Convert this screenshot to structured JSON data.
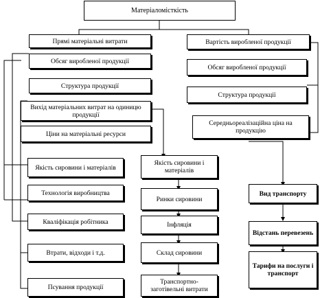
{
  "diagram": {
    "root": "Матеріаломісткість",
    "left_main": "Прямі матеріальні витрати",
    "left_factors": [
      "Обсяг виробленої продукції",
      "Структура продукції",
      "Вихід матеріальних витрат на одиницю продукції",
      "Ціни на матеріальні ресурси",
      "Якість сировини і матеріалів",
      "Технологія виробництва",
      "Кваліфікація робітника",
      "Втрати, відходи і т.д.",
      "Псування продукції"
    ],
    "middle_factors": [
      "Якість сировини і матеріалів",
      "Ринки сировини",
      "Інфляція",
      "Склад сировини",
      "Транспортно-заготівельні витрати"
    ],
    "right_main": "Вартість виробленої продукції",
    "right_factors": [
      "Обсяг виробленої продукції",
      "Структура продукції",
      "Середньореалізаційна ціна на продукцію"
    ],
    "transport_factors": [
      "Вид транспорту",
      "Відстань перевезень",
      "Тарифи на послуги і транспорт"
    ]
  }
}
